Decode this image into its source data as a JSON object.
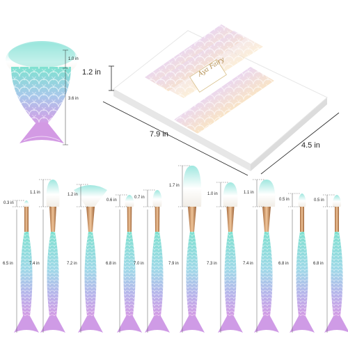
{
  "box": {
    "brand_text": "Aya Fairy",
    "dimensions": {
      "height": "1.2 in",
      "length": "7.9 in",
      "width": "4.5 in"
    }
  },
  "feature_brush": {
    "head": "1.0 in",
    "handle": "3.6 in"
  },
  "brushes": [
    {
      "head": "0.3 in",
      "handle": "6.5 in"
    },
    {
      "head": "1.1 in",
      "handle": "7.4 in"
    },
    {
      "head": "1.2 in",
      "handle": "7.2 in"
    },
    {
      "head": "0.6 in",
      "handle": "6.8 in"
    },
    {
      "head": "0.7 in",
      "handle": "7.0 in"
    },
    {
      "head": "1.7 in",
      "handle": "7.9 in"
    },
    {
      "head": "1.0 in",
      "handle": "7.3 in"
    },
    {
      "head": "1.1 in",
      "handle": "7.4 in"
    },
    {
      "head": "0.5 in",
      "handle": "6.8 in"
    },
    {
      "head": "0.5 in",
      "handle": "6.8 in"
    }
  ],
  "colors": {
    "teal": "#6fd6c4",
    "lilac": "#c9a2e6",
    "rose_gold": "#c98f5c",
    "bristle": "#f4f1ec"
  }
}
